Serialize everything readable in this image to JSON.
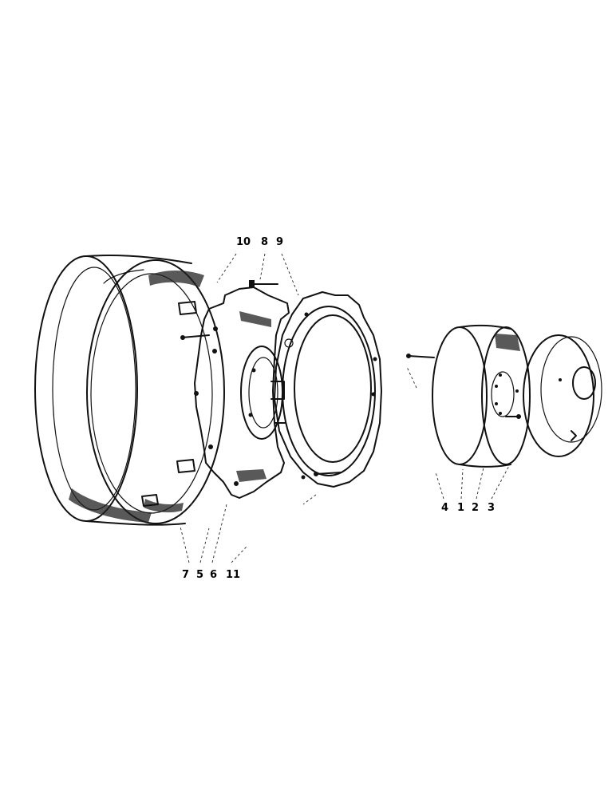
{
  "callouts": {
    "c10": "10",
    "c8": "8",
    "c9": "9",
    "c7": "7",
    "c5": "5",
    "c6": "6",
    "c11": "11",
    "c4": "4",
    "c1": "1",
    "c2": "2",
    "c3": "3"
  }
}
